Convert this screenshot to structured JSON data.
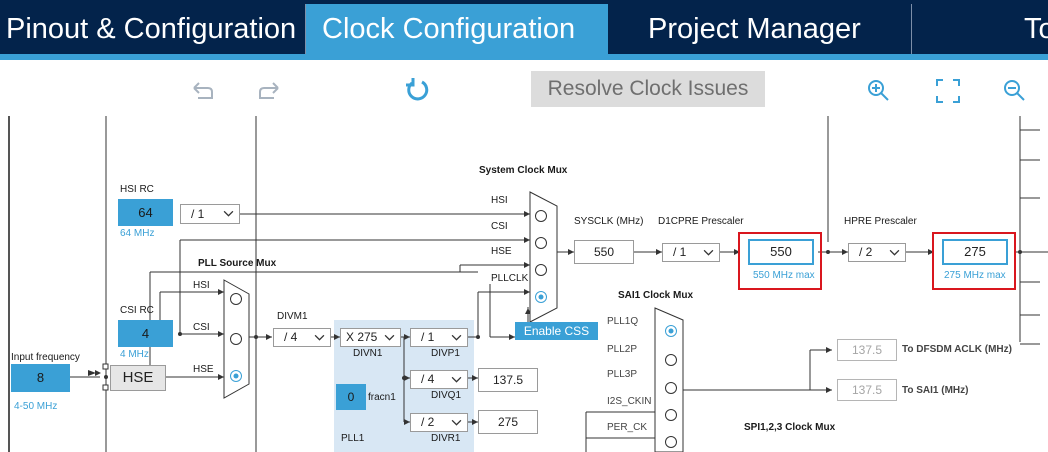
{
  "tabs": [
    {
      "label": "Pinout & Configuration",
      "active": false
    },
    {
      "label": "Clock Configuration",
      "active": true
    },
    {
      "label": "Project Manager",
      "active": false
    },
    {
      "label": "Tools",
      "active": false
    }
  ],
  "toolbar": {
    "undo_icon": "undo-icon",
    "redo_icon": "redo-icon",
    "refresh_icon": "refresh-icon",
    "resolve_label": "Resolve Clock Issues",
    "zoom_in_icon": "zoom-in-icon",
    "fit_icon": "fit-screen-icon",
    "zoom_out_icon": "zoom-out-icon"
  },
  "colors": {
    "tab_bar": "#03234b",
    "accent": "#3aa0d6",
    "warning_frame": "#d9161e",
    "pll_area": "#d8e7f4"
  },
  "input": {
    "label": "Input frequency",
    "value": "8",
    "range": "4-50 MHz",
    "hse_button": "HSE"
  },
  "hsi": {
    "title": "HSI RC",
    "value": "64",
    "freq": "64 MHz",
    "divider": "/ 1"
  },
  "csi": {
    "title": "CSI RC",
    "value": "4",
    "freq": "4 MHz"
  },
  "pll_source_mux": {
    "title": "PLL Source Mux",
    "inputs": [
      "HSI",
      "CSI",
      "HSE"
    ]
  },
  "pll1": {
    "divm_label": "DIVM1",
    "divm_value": "/ 4",
    "divn_label": "DIVN1",
    "divn_value": "X 275",
    "divp_label": "DIVP1",
    "divp_value": "/ 1",
    "divq_label": "DIVQ1",
    "divq_value": "/ 4",
    "divq_out": "137.5",
    "divr_label": "DIVR1",
    "divr_value": "/ 2",
    "divr_out": "275",
    "fracn_value": "0",
    "fracn_label": "fracn1",
    "pll_label": "PLL1"
  },
  "system_clock_mux": {
    "title": "System Clock Mux",
    "inputs": [
      "HSI",
      "CSI",
      "HSE",
      "PLLCLK"
    ],
    "enable_css": "Enable CSS"
  },
  "sysclk": {
    "label": "SYSCLK (MHz)",
    "value": "550"
  },
  "d1cpre": {
    "label": "D1CPRE Prescaler",
    "value": "/ 1",
    "out": "550",
    "max": "550 MHz max"
  },
  "hpre": {
    "label": "HPRE Prescaler",
    "value": "/ 2",
    "out": "275",
    "max": "275 MHz max"
  },
  "sai1_mux": {
    "title": "SAI1 Clock Mux",
    "inputs": [
      "PLL1Q",
      "PLL2P",
      "PLL3P",
      "I2S_CKIN",
      "PER_CK"
    ],
    "dfsdm_value": "137.5",
    "dfsdm_label": "To DFSDM ACLK (MHz)",
    "sai1_value": "137.5",
    "sai1_label": "To SAI1 (MHz)"
  },
  "spi_mux": {
    "title": "SPI1,2,3 Clock Mux"
  }
}
